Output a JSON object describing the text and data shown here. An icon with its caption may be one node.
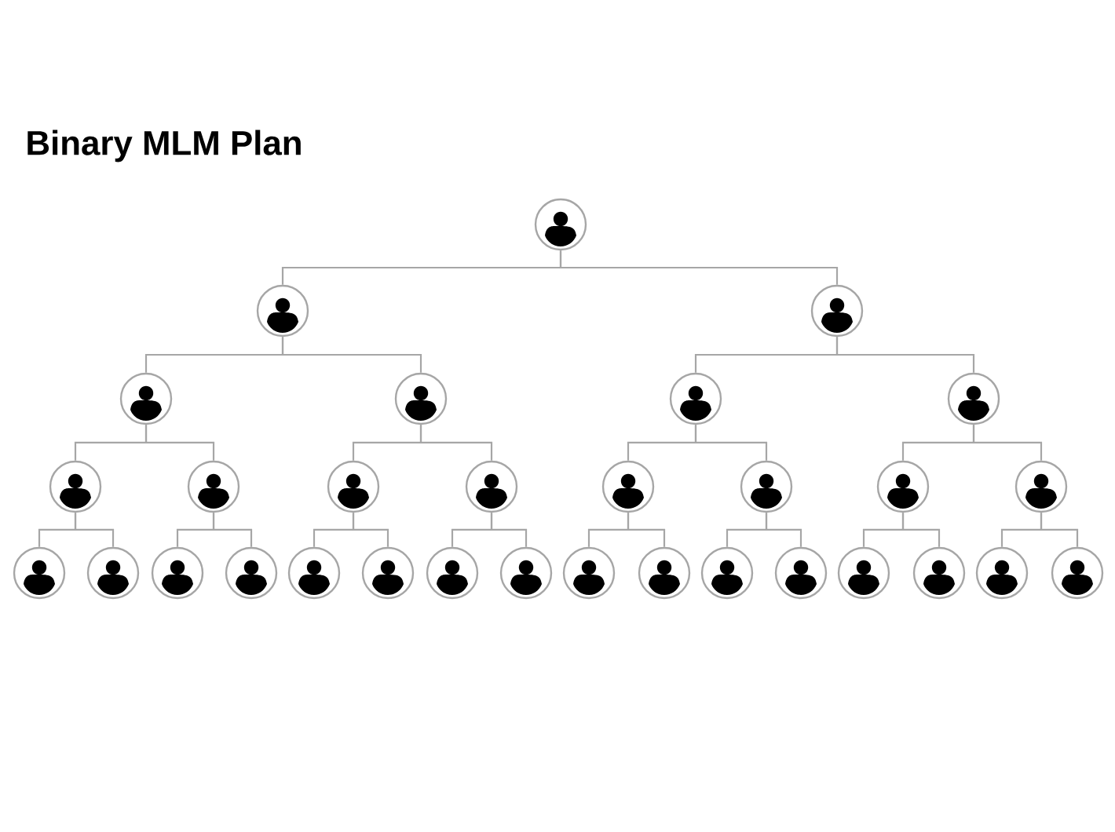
{
  "diagram": {
    "title": "Binary MLM Plan",
    "nodes": [
      {
        "text": [],
        "shape": "person"
      },
      {
        "text": [],
        "shape": "person"
      },
      {
        "text": [],
        "shape": "person"
      },
      {
        "text": [],
        "shape": "person"
      },
      {
        "text": [],
        "shape": "person"
      },
      {
        "text": [],
        "shape": "person"
      },
      {
        "text": [],
        "shape": "person"
      },
      {
        "text": [],
        "shape": "person"
      },
      {
        "text": [],
        "shape": "person"
      },
      {
        "text": [],
        "shape": "person"
      },
      {
        "text": [],
        "shape": "person"
      },
      {
        "text": [],
        "shape": "person"
      },
      {
        "text": [],
        "shape": "person"
      },
      {
        "text": [],
        "shape": "person"
      },
      {
        "text": [],
        "shape": "person"
      },
      {
        "text": [],
        "shape": "person"
      },
      {
        "text": [],
        "shape": "person"
      },
      {
        "text": [],
        "shape": "person"
      },
      {
        "text": [],
        "shape": "person"
      },
      {
        "text": [],
        "shape": "person"
      },
      {
        "text": [],
        "shape": "person"
      },
      {
        "text": [],
        "shape": "person"
      },
      {
        "text": [],
        "shape": "person"
      },
      {
        "text": [],
        "shape": "person"
      },
      {
        "text": [],
        "shape": "person"
      },
      {
        "text": [],
        "shape": "person"
      },
      {
        "text": [],
        "shape": "person"
      },
      {
        "text": [],
        "shape": "person"
      },
      {
        "text": [],
        "shape": "person"
      },
      {
        "text": [],
        "shape": "person"
      },
      {
        "text": [],
        "shape": "person"
      }
    ],
    "edges": [
      {
        "from": 0,
        "to": 1,
        "arrow": "none"
      },
      {
        "from": 0,
        "to": 2,
        "arrow": "none"
      },
      {
        "from": 1,
        "to": 3,
        "arrow": "none"
      },
      {
        "from": 1,
        "to": 4,
        "arrow": "none"
      },
      {
        "from": 2,
        "to": 5,
        "arrow": "none"
      },
      {
        "from": 2,
        "to": 6,
        "arrow": "none"
      },
      {
        "from": 3,
        "to": 7,
        "arrow": "none"
      },
      {
        "from": 3,
        "to": 8,
        "arrow": "none"
      },
      {
        "from": 4,
        "to": 9,
        "arrow": "none"
      },
      {
        "from": 4,
        "to": 10,
        "arrow": "none"
      },
      {
        "from": 5,
        "to": 11,
        "arrow": "none"
      },
      {
        "from": 5,
        "to": 12,
        "arrow": "none"
      },
      {
        "from": 6,
        "to": 13,
        "arrow": "none"
      },
      {
        "from": 6,
        "to": 14,
        "arrow": "none"
      },
      {
        "from": 7,
        "to": 15,
        "arrow": "none"
      },
      {
        "from": 7,
        "to": 16,
        "arrow": "none"
      },
      {
        "from": 8,
        "to": 17,
        "arrow": "none"
      },
      {
        "from": 8,
        "to": 18,
        "arrow": "none"
      },
      {
        "from": 9,
        "to": 19,
        "arrow": "none"
      },
      {
        "from": 9,
        "to": 20,
        "arrow": "none"
      },
      {
        "from": 10,
        "to": 21,
        "arrow": "none"
      },
      {
        "from": 10,
        "to": 22,
        "arrow": "none"
      },
      {
        "from": 11,
        "to": 23,
        "arrow": "none"
      },
      {
        "from": 11,
        "to": 24,
        "arrow": "none"
      },
      {
        "from": 12,
        "to": 25,
        "arrow": "none"
      },
      {
        "from": 12,
        "to": 26,
        "arrow": "none"
      },
      {
        "from": 13,
        "to": 27,
        "arrow": "none"
      },
      {
        "from": 13,
        "to": 28,
        "arrow": "none"
      },
      {
        "from": 14,
        "to": 29,
        "arrow": "none"
      },
      {
        "from": 14,
        "to": 30,
        "arrow": "none"
      }
    ]
  }
}
